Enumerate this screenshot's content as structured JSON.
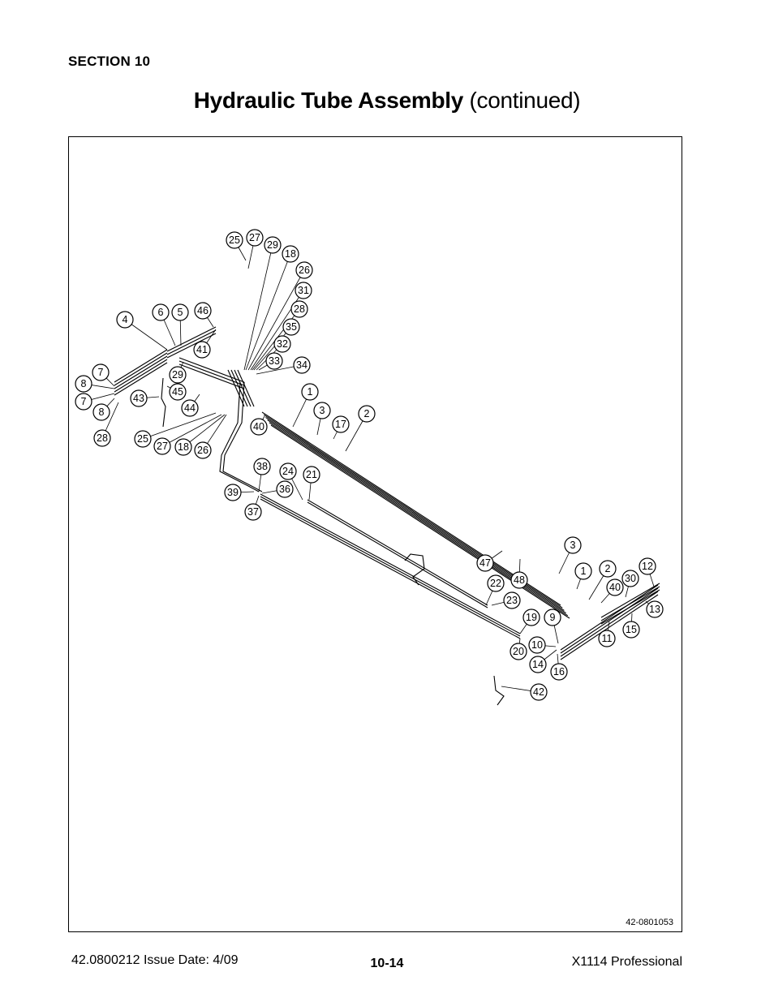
{
  "header": {
    "section": "SECTION 10",
    "title_bold": "Hydraulic Tube Assembly",
    "title_normal": "(continued)"
  },
  "figure": {
    "figure_number": "42-0801053",
    "callouts": [
      "25",
      "27",
      "29",
      "18",
      "26",
      "31",
      "28",
      "35",
      "32",
      "33",
      "34",
      "4",
      "6",
      "5",
      "46",
      "41",
      "7",
      "8",
      "7",
      "8",
      "29",
      "45",
      "43",
      "44",
      "28",
      "25",
      "27",
      "18",
      "26",
      "1",
      "3",
      "17",
      "2",
      "40",
      "38",
      "24",
      "21",
      "39",
      "36",
      "37",
      "3",
      "47",
      "48",
      "1",
      "2",
      "12",
      "30",
      "40",
      "13",
      "15",
      "22",
      "23",
      "11",
      "19",
      "9",
      "20",
      "10",
      "14",
      "16",
      "42"
    ]
  },
  "footer": {
    "doc_id": "42.0800212  Issue Date: 4/09",
    "page": "10-14",
    "product": "X1114 Professional"
  }
}
